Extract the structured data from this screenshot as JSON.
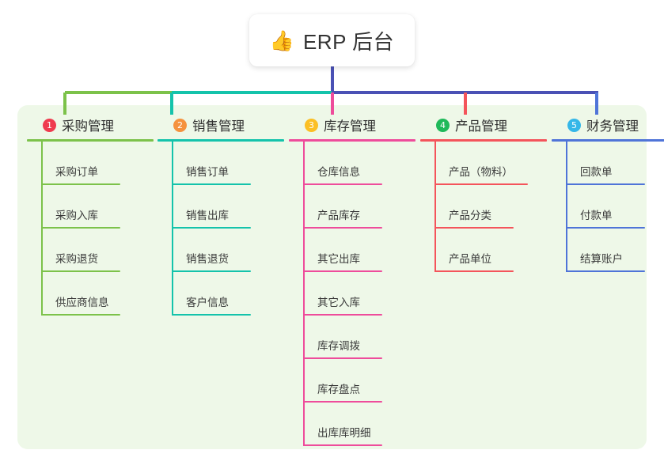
{
  "root": {
    "emoji": "👍",
    "emoji_name": "thumbs-up-icon",
    "title": "ERP 后台"
  },
  "panel": {
    "background_color": "#eef8e8"
  },
  "connector_colors": {
    "trunk": "#4a51b5",
    "segment_green": "#7cc24a",
    "segment_teal": "#14c3ab",
    "segment_blue": "#4a51b5"
  },
  "columns": [
    {
      "index": "1",
      "badge_color": "#ef3b4f",
      "line_color": "#7cc24a",
      "title": "采购管理",
      "items": [
        {
          "label": "采购订单"
        },
        {
          "label": "采购入库"
        },
        {
          "label": "采购退货"
        },
        {
          "label": "供应商信息"
        }
      ]
    },
    {
      "index": "2",
      "badge_color": "#f5923e",
      "line_color": "#14c3ab",
      "title": "销售管理",
      "items": [
        {
          "label": "销售订单"
        },
        {
          "label": "销售出库"
        },
        {
          "label": "销售退货"
        },
        {
          "label": "客户信息"
        }
      ]
    },
    {
      "index": "3",
      "badge_color": "#fbbf24",
      "line_color": "#ee4c9b",
      "title": "库存管理",
      "items": [
        {
          "label": "仓库信息"
        },
        {
          "label": "产品库存"
        },
        {
          "label": "其它出库"
        },
        {
          "label": "其它入库"
        },
        {
          "label": "库存调拨"
        },
        {
          "label": "库存盘点"
        },
        {
          "label": "出库库明细"
        }
      ]
    },
    {
      "index": "4",
      "badge_color": "#1fb95a",
      "line_color": "#f4545b",
      "title": "产品管理",
      "items": [
        {
          "label": "产品（物料）"
        },
        {
          "label": "产品分类"
        },
        {
          "label": "产品单位"
        }
      ]
    },
    {
      "index": "5",
      "badge_color": "#35b7e8",
      "line_color": "#4f74d8",
      "title": "财务管理",
      "items": [
        {
          "label": "回款单"
        },
        {
          "label": "付款单"
        },
        {
          "label": "结算账户"
        }
      ]
    }
  ]
}
